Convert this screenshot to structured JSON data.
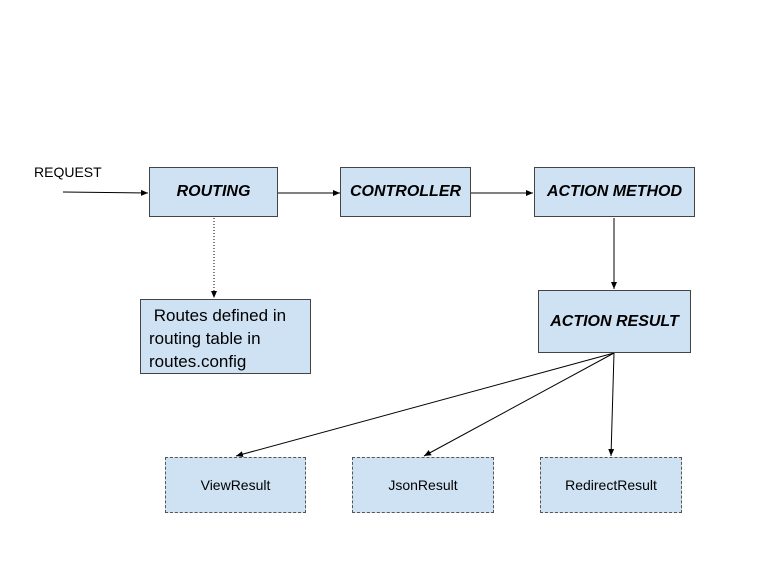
{
  "request_label": "REQUEST",
  "nodes": {
    "routing": "ROUTING",
    "controller": "CONTROLLER",
    "action_method": "ACTION METHOD",
    "action_result": "ACTION RESULT",
    "routes_note": " Routes defined in routing table in routes.config",
    "view_result": "ViewResult",
    "json_result": "JsonResult",
    "redirect_result": "RedirectResult"
  },
  "colors": {
    "node_fill": "#cfe2f3",
    "edge": "#000000"
  }
}
